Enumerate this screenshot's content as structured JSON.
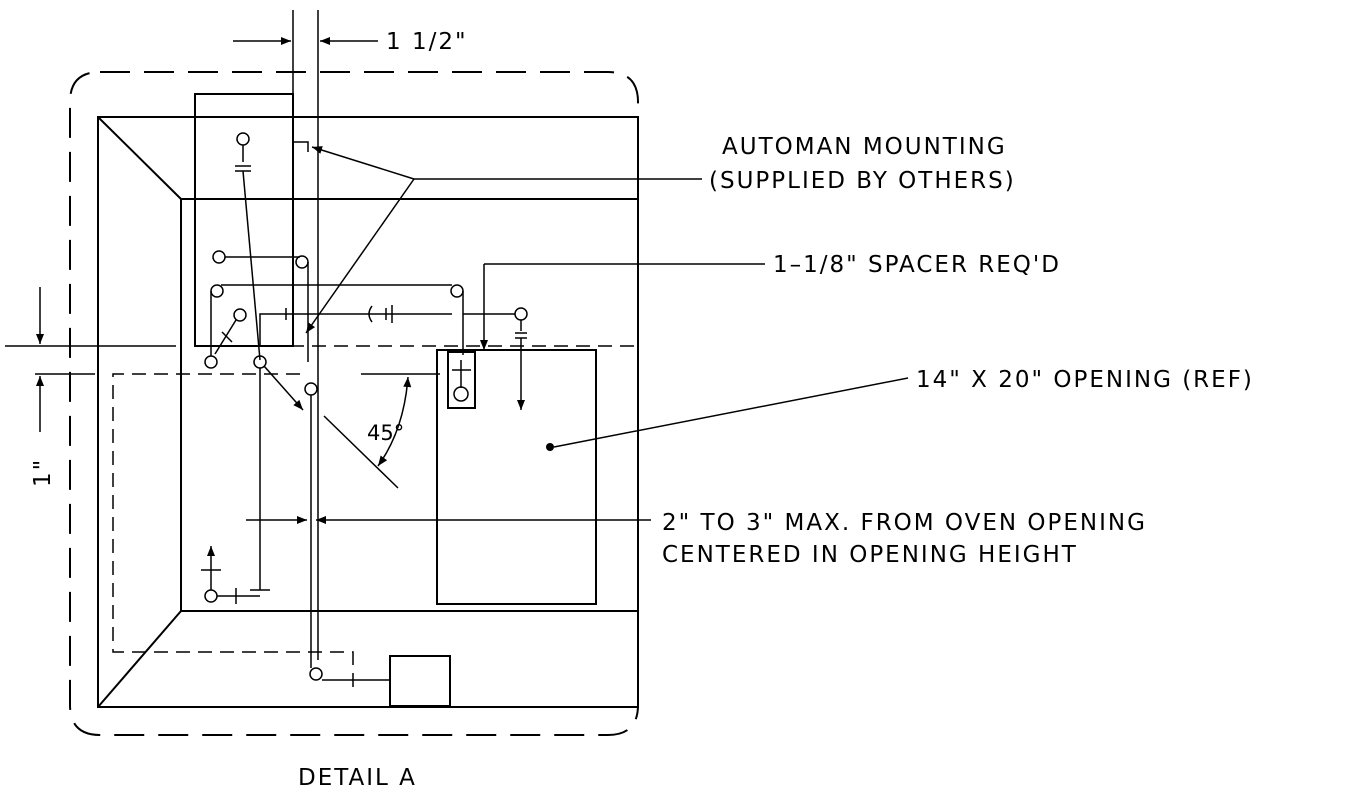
{
  "labels": {
    "dim_top": "1  1/2\"",
    "automan_line1": "AUTOMAN  MOUNTING",
    "automan_line2": "(SUPPLIED  BY  OTHERS)",
    "spacer": "1–1/8\"  SPACER  REQ'D",
    "opening": "14\"  X  20\"  OPENING  (REF)",
    "angle": "45°",
    "distance_line1": "2\"  TO  3\"  MAX.  FROM  OVEN  OPENING",
    "distance_line2": "CENTERED  IN  OPENING  HEIGHT",
    "dim_left": "1\"",
    "caption": "DETAIL  A"
  }
}
